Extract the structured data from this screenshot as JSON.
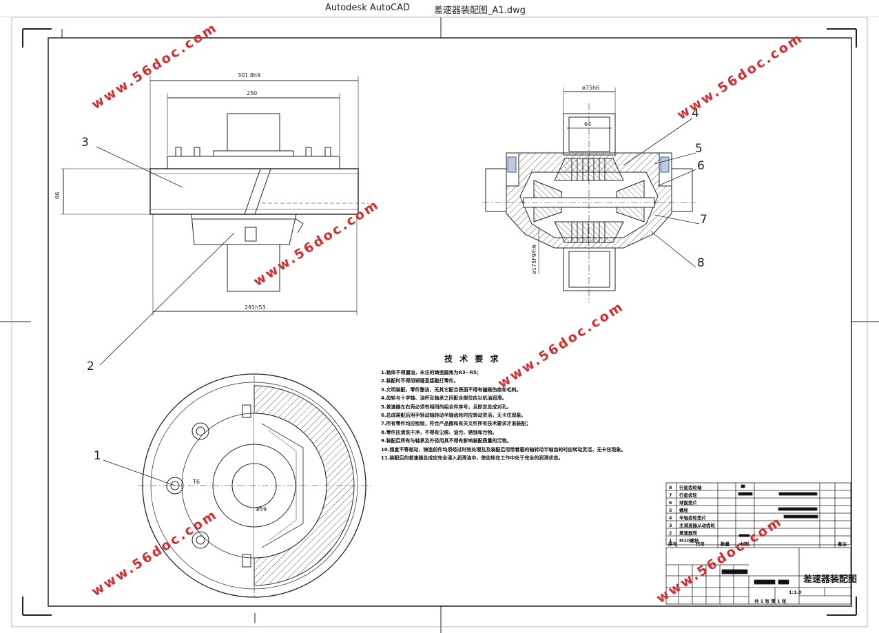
{
  "window": {
    "app_title": "Autodesk AutoCAD",
    "doc_title": "差速器装配图_A1.dwg"
  },
  "tech_requirements": {
    "title": "技 术 要 求",
    "items": [
      "1.箱体不得漏油，未注的铸造圆角为R3~R5；",
      "2.装配时不得用铜锤直接敲打零件。",
      "3.文明装配，零件整洁，无其它配合表面不得有磕碰伤痕和毛刺。",
      "4.齿轮与十字轴、油杯及轴承之间配合部位应以机油润滑。",
      "5.差速器左右壳必须有相同的组合件序号，且即定总成对孔。",
      "6.总成装配后用手轻动轴转动半轴齿轮时应转动灵活，无卡住现象。",
      "7.所有零件均应检验，符合产品图和有关文件所有技术要求才准装配；",
      "8.零件应清洗干净，不得有尘屑、油污、锈蚀和污物。",
      "9.装配后所有与轴承及外径用具不得有影响装配质量的污物。",
      "10.频度不等差动，铸造前件均须经过时效处理及及装配后用带着载的轴转动半轴齿轮时应转动灵活，无卡住现象。",
      "11.装配后的差速器总成应完全浸入润滑油中，使齿轮在工作中处于完全的润滑状态。"
    ]
  },
  "callouts": [
    "1",
    "2",
    "3",
    "4",
    "5",
    "6",
    "7",
    "8"
  ],
  "dimensions": {
    "top_width": "301.8h9",
    "inner_width": "250",
    "height": "66",
    "bottom_width": "291h53",
    "shaft_dia": "ø75h6",
    "shaft_width": "64",
    "side_dia": "ø175F9/h6",
    "hub_dim": "T6",
    "hub_dia": "ø59"
  },
  "title_block": {
    "drawing_name": "差速器装配图",
    "scale": "1:1.0",
    "sheet_info": "共 1 张  第 1 张",
    "header_seq": "序号",
    "header_code": "代号",
    "header_qty": "数量",
    "header_material": "材料",
    "header_remark": "备注"
  },
  "parts": [
    {
      "no": "8",
      "name": "行星齿轮轴"
    },
    {
      "no": "7",
      "name": "行星齿轮"
    },
    {
      "no": "6",
      "name": "球面垫片"
    },
    {
      "no": "5",
      "name": "螺栓"
    },
    {
      "no": "4",
      "name": "半轴齿轮垫片"
    },
    {
      "no": "3",
      "name": "主减速器从动齿轮"
    },
    {
      "no": "2",
      "name": "差速器壳"
    },
    {
      "no": "1",
      "name": "M10螺栓"
    }
  ],
  "watermark_text": "www.56doc.com"
}
